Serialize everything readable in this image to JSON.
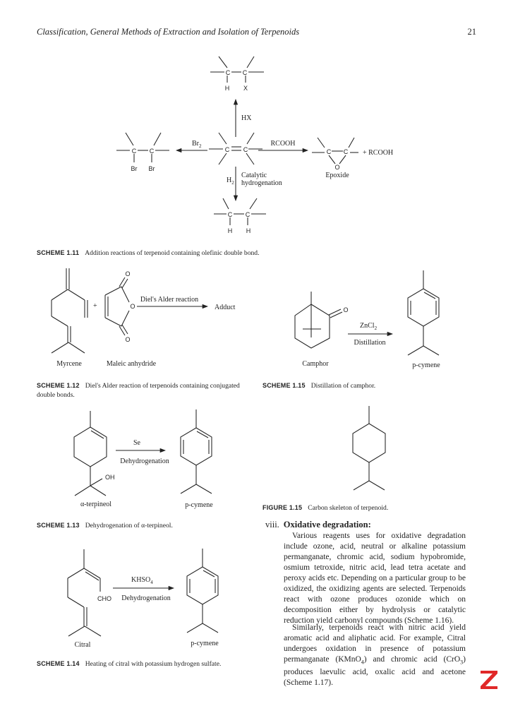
{
  "header": {
    "title": "Classification, General Methods of Extraction and Isolation of Terpenoids",
    "page_number": "21"
  },
  "scheme_1_11": {
    "top_labels": [
      "H",
      "X"
    ],
    "hx": "HX",
    "br2": "Br",
    "br2_sub": "2",
    "left_labels": [
      "Br",
      "Br"
    ],
    "rcooh_arrow": "RCOOH",
    "epoxide_o": "O",
    "epoxide": "Epoxide",
    "plus_rcooh": "+  RCOOH",
    "h2": "H",
    "h2_sub": "2",
    "catalytic_1": "Catalytic",
    "catalytic_2": "hydrogenation",
    "bottom_labels": [
      "H",
      "H"
    ],
    "carbon": "C",
    "caption_label": "SCHEME 1.11",
    "caption_text": "Addition reactions of terpenoid containing olefinic double bond."
  },
  "scheme_1_12": {
    "plus": "+",
    "reaction": "Diel's Alder reaction",
    "product": "Adduct",
    "myrcene": "Myrcene",
    "maleic": "Maleic anhydride",
    "o_top": "O",
    "o_ring": "O",
    "o_bottom": "O",
    "caption_label": "SCHEME 1.12",
    "caption_text": "Diel's Alder reaction of terpenoids containing conjugated double bonds."
  },
  "scheme_1_15": {
    "reagent": "ZnCl",
    "reagent_sub": "2",
    "condition": "Distillation",
    "o": "O",
    "camphor": "Camphor",
    "product": "p-cymene",
    "caption_label": "SCHEME 1.15",
    "caption_text": "Distillation of camphor."
  },
  "scheme_1_13": {
    "reagent": "Se",
    "condition": "Dehydrogenation",
    "oh": "OH",
    "reactant": "α-terpineol",
    "product": "p-cymene",
    "caption_label": "SCHEME 1.13",
    "caption_text": "Dehydrogenation of α-terpineol."
  },
  "figure_1_15": {
    "caption_label": "FIGURE 1.15",
    "caption_text": "Carbon skeleton of terpenoid."
  },
  "scheme_1_14": {
    "reagent": "KHSO",
    "reagent_sub": "4",
    "condition": "Dehydrogenation",
    "cho": "CHO",
    "reactant": "Citral",
    "product": "p-cymene",
    "caption_label": "SCHEME 1.14",
    "caption_text": "Heating of citral with potassium hydrogen sulfate."
  },
  "section": {
    "number": "viii.",
    "title": "Oxidative degradation:",
    "p1": "Various reagents uses for oxidative degradation include ozone, acid, neutral or alkaline potassium permanganate, chromic acid, sodium hypobromide, osmium tetroxide, nitric acid, lead tetra acetate and peroxy acids etc. Depending on a particular group to be oxidized, the oxidizing agents are selected. Terpenoids react with ozone produces ozonide which on decomposition either by hydrolysis or catalytic reduction yield carbonyl compounds (Scheme 1.16).",
    "p2_a": "Similarly, terpenoids react with nitric acid yield aromatic acid and aliphatic acid. For example, Citral undergoes oxidation in presence of potassium permanganate (KMnO",
    "p2_sub1": "4",
    "p2_b": ") and chromic acid (CrO",
    "p2_sub2": "3",
    "p2_c": ") produces laevulic acid, oxalic acid and acetone (Scheme 1.17)."
  },
  "logo": {
    "letter": "Z",
    "color": "#e02828"
  }
}
